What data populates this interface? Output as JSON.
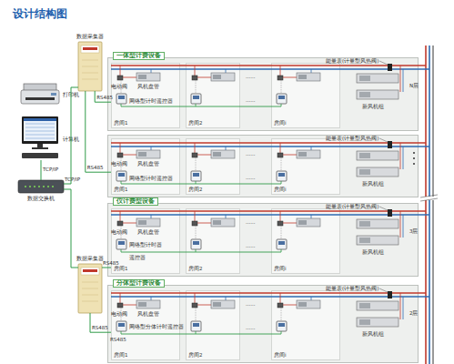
{
  "diagram": {
    "title": "设计结构图",
    "nodes": [
      {
        "text": [
          "打印机"
        ]
      },
      {
        "text": [
          "计算机"
        ]
      },
      {
        "text": [
          "数据交换机"
        ]
      },
      {
        "text": [
          "数据采集器"
        ]
      },
      {
        "text": [
          "数据采集器"
        ]
      },
      {
        "text": [
          "一体型计费设备"
        ]
      },
      {
        "text": [
          "房间1"
        ],
        "in": 5
      },
      {
        "text": [
          "房间2"
        ],
        "in": 5
      },
      {
        "text": [
          "房间i"
        ],
        "in": 5
      },
      {
        "text": [
          "房间1"
        ]
      },
      {
        "text": [
          "房间2"
        ]
      },
      {
        "text": [
          "房间i"
        ]
      },
      {
        "text": [
          "仪计费型设备"
        ]
      },
      {
        "text": [
          "房间1"
        ],
        "in": 12
      },
      {
        "text": [
          "房间2"
        ],
        "in": 12
      },
      {
        "text": [
          "房间i"
        ],
        "in": 12
      },
      {
        "text": [
          "分体型计费设备"
        ]
      },
      {
        "text": [
          "房间1"
        ],
        "in": 16
      },
      {
        "text": [
          "房间2"
        ],
        "in": 16
      },
      {
        "text": [
          "房间i"
        ],
        "in": 16
      }
    ],
    "edges": [
      {
        "from": 1,
        "to": 2,
        "arrow": "none",
        "label": "TCP/IP"
      },
      {
        "from": 2,
        "to": 3,
        "arrow": "none",
        "label": "TCP/IP"
      },
      {
        "from": 2,
        "to": 4,
        "arrow": "none"
      },
      {
        "from": 3,
        "to": 6,
        "arrow": "none",
        "label": "RS485"
      },
      {
        "from": 3,
        "to": 9,
        "arrow": "none",
        "label": "RS485"
      },
      {
        "from": 4,
        "to": 13,
        "arrow": "none",
        "label": "RS485"
      },
      {
        "from": 4,
        "to": 17,
        "arrow": "none",
        "label": "RS485"
      }
    ],
    "labels": [
      "电动阀",
      "风机盘管",
      "网络型计时遥控器",
      "......",
      "......",
      "能量表(计量型风热阀)",
      "新风机组",
      "N层",
      "电动阀",
      "风机盘管",
      "网络型计时遥控器",
      "......",
      "......",
      "能量表(计量型风热阀)",
      "新风机组",
      "电动阀",
      "风机盘管",
      "网络型计时器",
      "遥控器",
      "......",
      "......",
      "能量表(计量型风热阀)",
      "新风机组",
      "3层",
      "电动阀",
      "风机盘管",
      "RS485",
      "网络型分体计时遥控器",
      "......",
      "......",
      "能量表(计量型风热阀)",
      "新风机组",
      "2层"
    ]
  }
}
